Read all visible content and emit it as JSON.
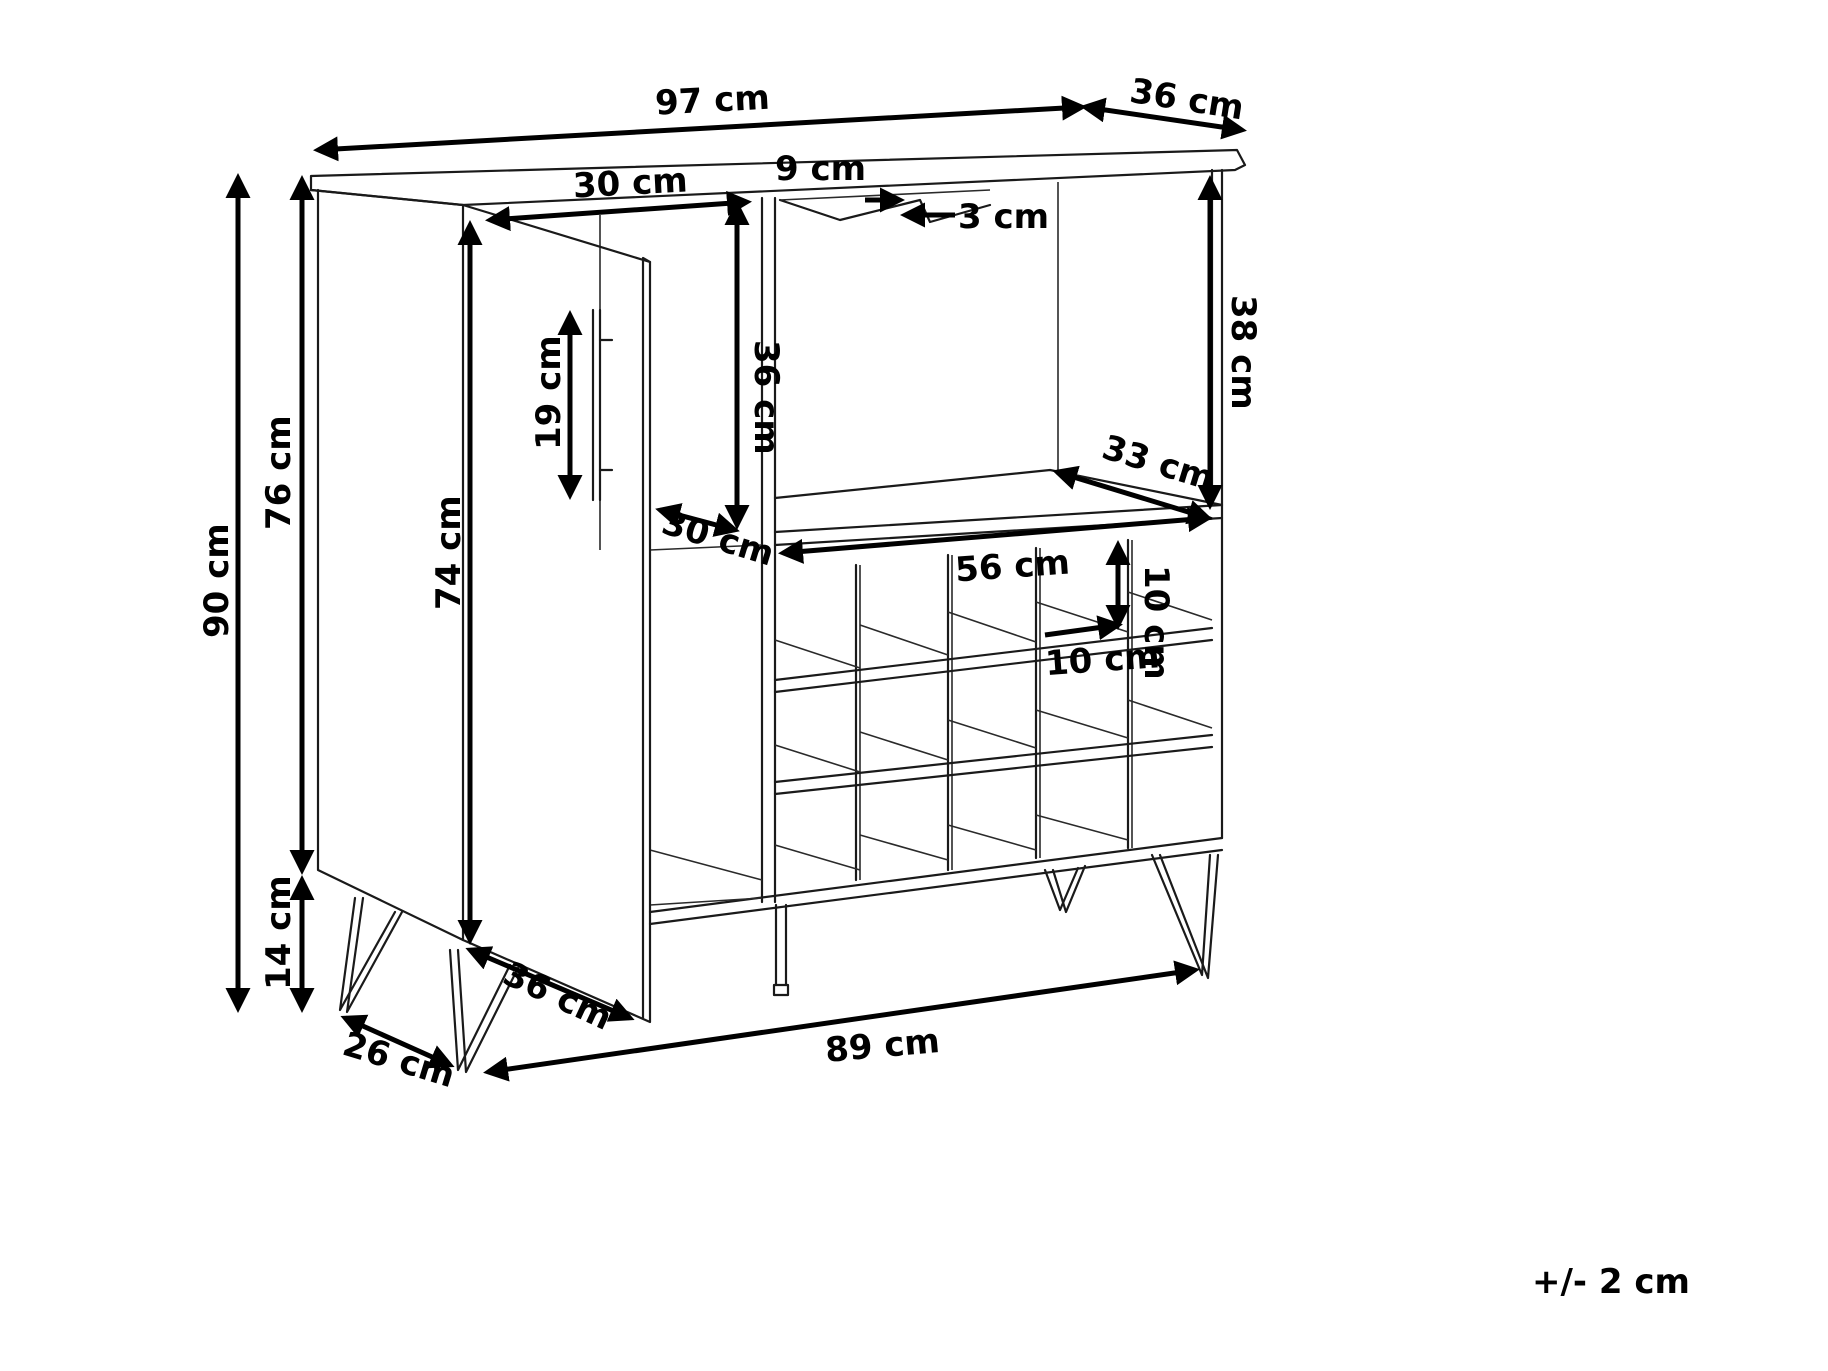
{
  "dimensions": {
    "total_width": "97 cm",
    "depth": "36 cm",
    "door_width": "30 cm",
    "rack_width": "9 cm",
    "rack_depth": "3 cm",
    "open_compartment_height": "38 cm",
    "handle_length": "19 cm",
    "door_interior_height": "36 cm",
    "door_interior_depth": "30 cm",
    "shelf_depth": "33 cm",
    "wine_section_width": "56 cm",
    "bottle_cell_height": "10 cm",
    "bottle_cell_width": "10 cm",
    "total_height": "90 cm",
    "body_height": "76 cm",
    "door_height": "74 cm",
    "leg_height": "14 cm",
    "leg_depth": "26 cm",
    "side_depth": "36 cm",
    "leg_span": "89 cm"
  },
  "tolerance": "+/- 2 cm"
}
